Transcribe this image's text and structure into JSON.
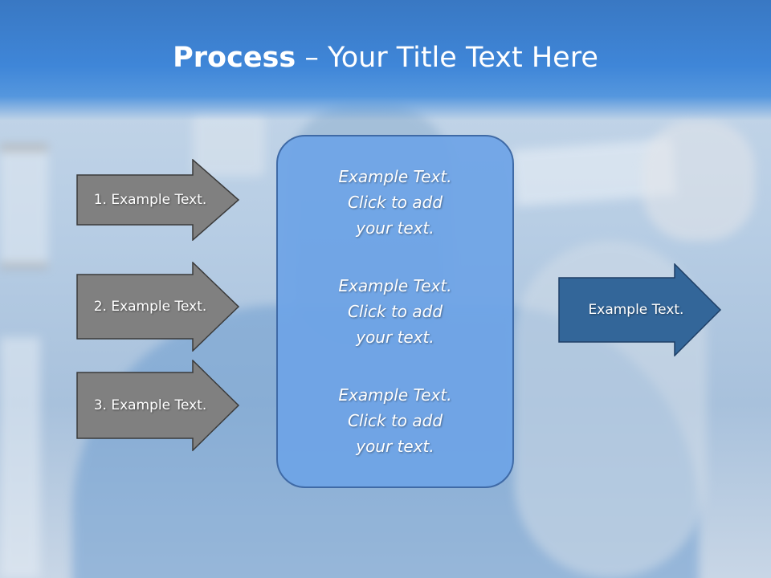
{
  "slide": {
    "title_bold": "Process",
    "title_rest": " – Your Title Text Here",
    "left_arrows": [
      {
        "label": "1. Example Text."
      },
      {
        "label": "2. Example Text."
      },
      {
        "label": "3. Example Text."
      }
    ],
    "center_box": {
      "paragraphs": [
        "Example Text.\nClick  to add\nyour text.",
        "Example Text.\nClick  to add\nyour text.",
        "Example Text.\nClick  to add\nyour text."
      ]
    },
    "right_arrow": {
      "label": "Example Text."
    }
  },
  "colors": {
    "title_band": "#3f86d8",
    "gray_arrow": "#808080",
    "blue_arrow": "#336699",
    "center_box": "#6ea4e6"
  }
}
